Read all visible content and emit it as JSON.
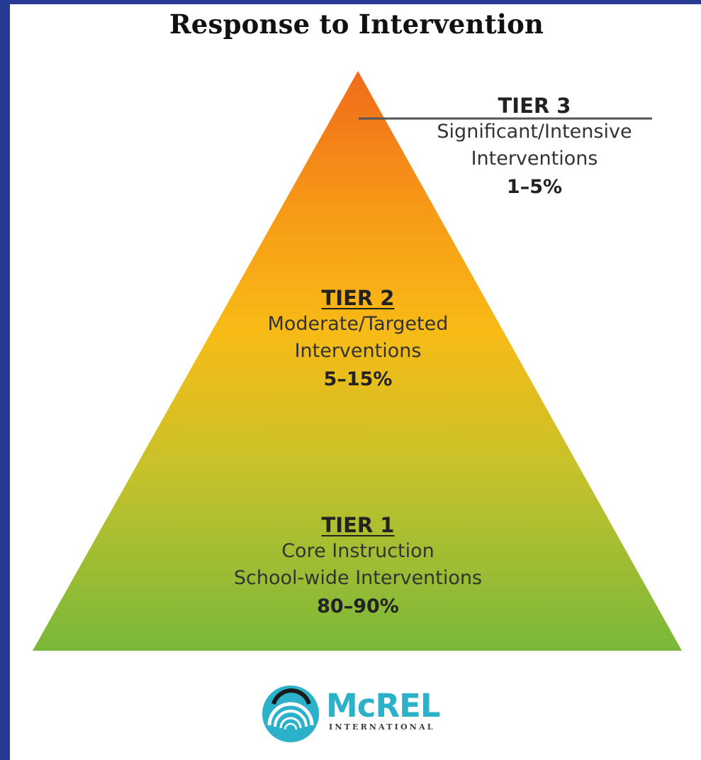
{
  "diagram": {
    "title": "Response to Intervention",
    "colors": {
      "border": "#253a93",
      "top": "#f06a1a",
      "middle": "#f8bb16",
      "bottom": "#79b83a",
      "logo": "#2bb1c9"
    },
    "tiers": [
      {
        "heading": "TIER 3",
        "lines": [
          "Significant/Intensive",
          "Interventions"
        ],
        "percent": "1–5%"
      },
      {
        "heading": "TIER 2",
        "lines": [
          "Moderate/Targeted",
          "Interventions"
        ],
        "percent": "5–15%"
      },
      {
        "heading": "TIER 1",
        "lines": [
          "Core Instruction",
          "School-wide Interventions"
        ],
        "percent": "80–90%"
      }
    ]
  },
  "logo": {
    "name": "McREL",
    "subtitle": "INTERNATIONAL"
  }
}
